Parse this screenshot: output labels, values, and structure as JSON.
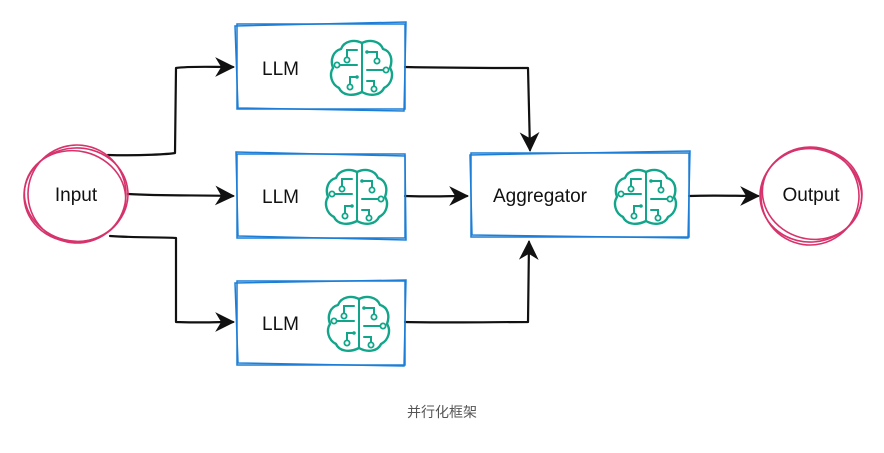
{
  "nodes": {
    "input": {
      "label": "Input"
    },
    "llm_1": {
      "label": "LLM",
      "icon": "brain-circuit-icon"
    },
    "llm_2": {
      "label": "LLM",
      "icon": "brain-circuit-icon"
    },
    "llm_3": {
      "label": "LLM",
      "icon": "brain-circuit-icon"
    },
    "aggregator": {
      "label": "Aggregator",
      "icon": "brain-circuit-icon"
    },
    "output": {
      "label": "Output"
    }
  },
  "edges": [
    {
      "from": "input",
      "to": "llm_1"
    },
    {
      "from": "input",
      "to": "llm_2"
    },
    {
      "from": "input",
      "to": "llm_3"
    },
    {
      "from": "llm_1",
      "to": "aggregator"
    },
    {
      "from": "llm_2",
      "to": "aggregator"
    },
    {
      "from": "llm_3",
      "to": "aggregator"
    },
    {
      "from": "aggregator",
      "to": "output"
    }
  ],
  "caption": "并行化框架",
  "colors": {
    "circle_stroke": "#d6336c",
    "box_stroke": "#1c7ed6",
    "icon": "#12a58a",
    "arrow": "#111111",
    "caption": "#555555"
  }
}
